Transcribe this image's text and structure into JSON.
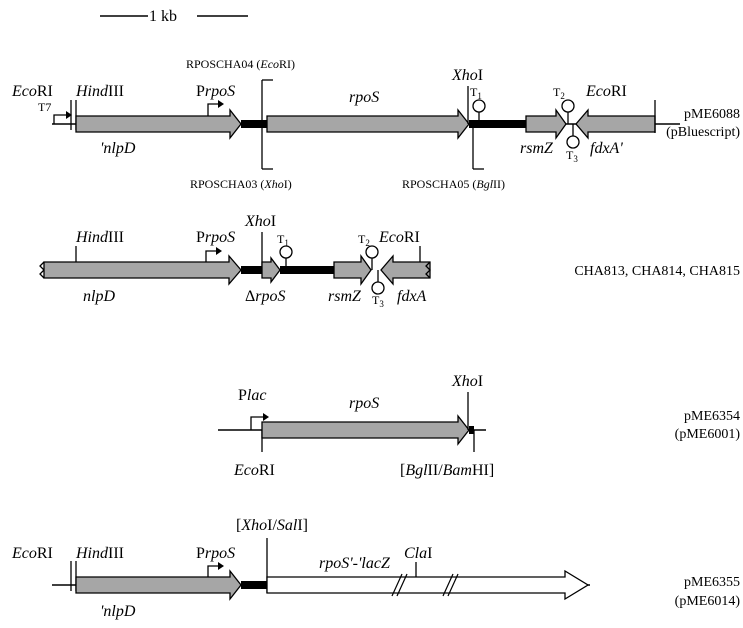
{
  "scale_bar": {
    "label": "1 kb"
  },
  "constructs": [
    {
      "id": "pME6088",
      "right_label_1": "pME6088",
      "right_label_2": "(pBluescript)",
      "sites": {
        "ecori_left_a": "Eco",
        "ecori_left_b": "RI",
        "t7": "T7",
        "hindiii_a": "Hind",
        "hindiii_b": "III",
        "prpos_a": "P",
        "prpos_b": "rpoS",
        "primer04_a": "RPOSCHA04 (",
        "primer04_b": "Eco",
        "primer04_c": "RI)",
        "xhoi_a": "Xho",
        "xhoi_b": "I",
        "ecori_right_a": "Eco",
        "ecori_right_b": "RI",
        "primer03_a": "RPOSCHA03 (",
        "primer03_b": "Xho",
        "primer03_c": "I)",
        "primer05_a": "RPOSCHA05 (",
        "primer05_b": "Bgl",
        "primer05_c": "II)"
      },
      "terminators": [
        {
          "t": "T",
          "n": "1"
        },
        {
          "t": "T",
          "n": "2"
        },
        {
          "t": "T",
          "n": "3"
        }
      ],
      "genes": {
        "nlpd": "'nlpD",
        "rpos": "rpoS",
        "rsmz": "rsmZ",
        "fdxa": "fdxA'"
      }
    },
    {
      "id": "CHA813",
      "right_label_1": "CHA813, CHA814, CHA815",
      "sites": {
        "hindiii_a": "Hind",
        "hindiii_b": "III",
        "prpos_a": "P",
        "prpos_b": "rpoS",
        "xhoi_a": "Xho",
        "xhoi_b": "I",
        "ecori_a": "Eco",
        "ecori_b": "RI"
      },
      "terminators": [
        {
          "t": "T",
          "n": "1"
        },
        {
          "t": "T",
          "n": "2"
        },
        {
          "t": "T",
          "n": "3"
        }
      ],
      "genes": {
        "nlpd": "nlpD",
        "delta_rpos_a": "Δ",
        "delta_rpos_b": "rpoS",
        "rsmz": "rsmZ",
        "fdxa": "fdxA"
      }
    },
    {
      "id": "pME6354",
      "right_label_1": "pME6354",
      "right_label_2": "(pME6001)",
      "sites": {
        "plac_a": "P",
        "plac_b": "lac",
        "xhoi_a": "Xho",
        "xhoi_b": "I",
        "ecori_a": "Eco",
        "ecori_b": "RI",
        "bgl_a": "[",
        "bgl_b": "Bgl",
        "bgl_c": "II/",
        "bgl_d": "Bam",
        "bgl_e": "HI]"
      },
      "genes": {
        "rpos": "rpoS"
      }
    },
    {
      "id": "pME6355",
      "right_label_1": "pME6355",
      "right_label_2": "(pME6014)",
      "sites": {
        "ecori_a": "Eco",
        "ecori_b": "RI",
        "hindiii_a": "Hind",
        "hindiii_b": "III",
        "prpos_a": "P",
        "prpos_b": "rpoS",
        "xhosal_a": "[",
        "xhosal_b": "Xho",
        "xhosal_c": "I/",
        "xhosal_d": "Sal",
        "xhosal_e": "I]",
        "clai_a": "Cla",
        "clai_b": "I"
      },
      "genes": {
        "nlpd": "'nlpD",
        "fusion": "rpoS'-'lacZ"
      }
    }
  ]
}
